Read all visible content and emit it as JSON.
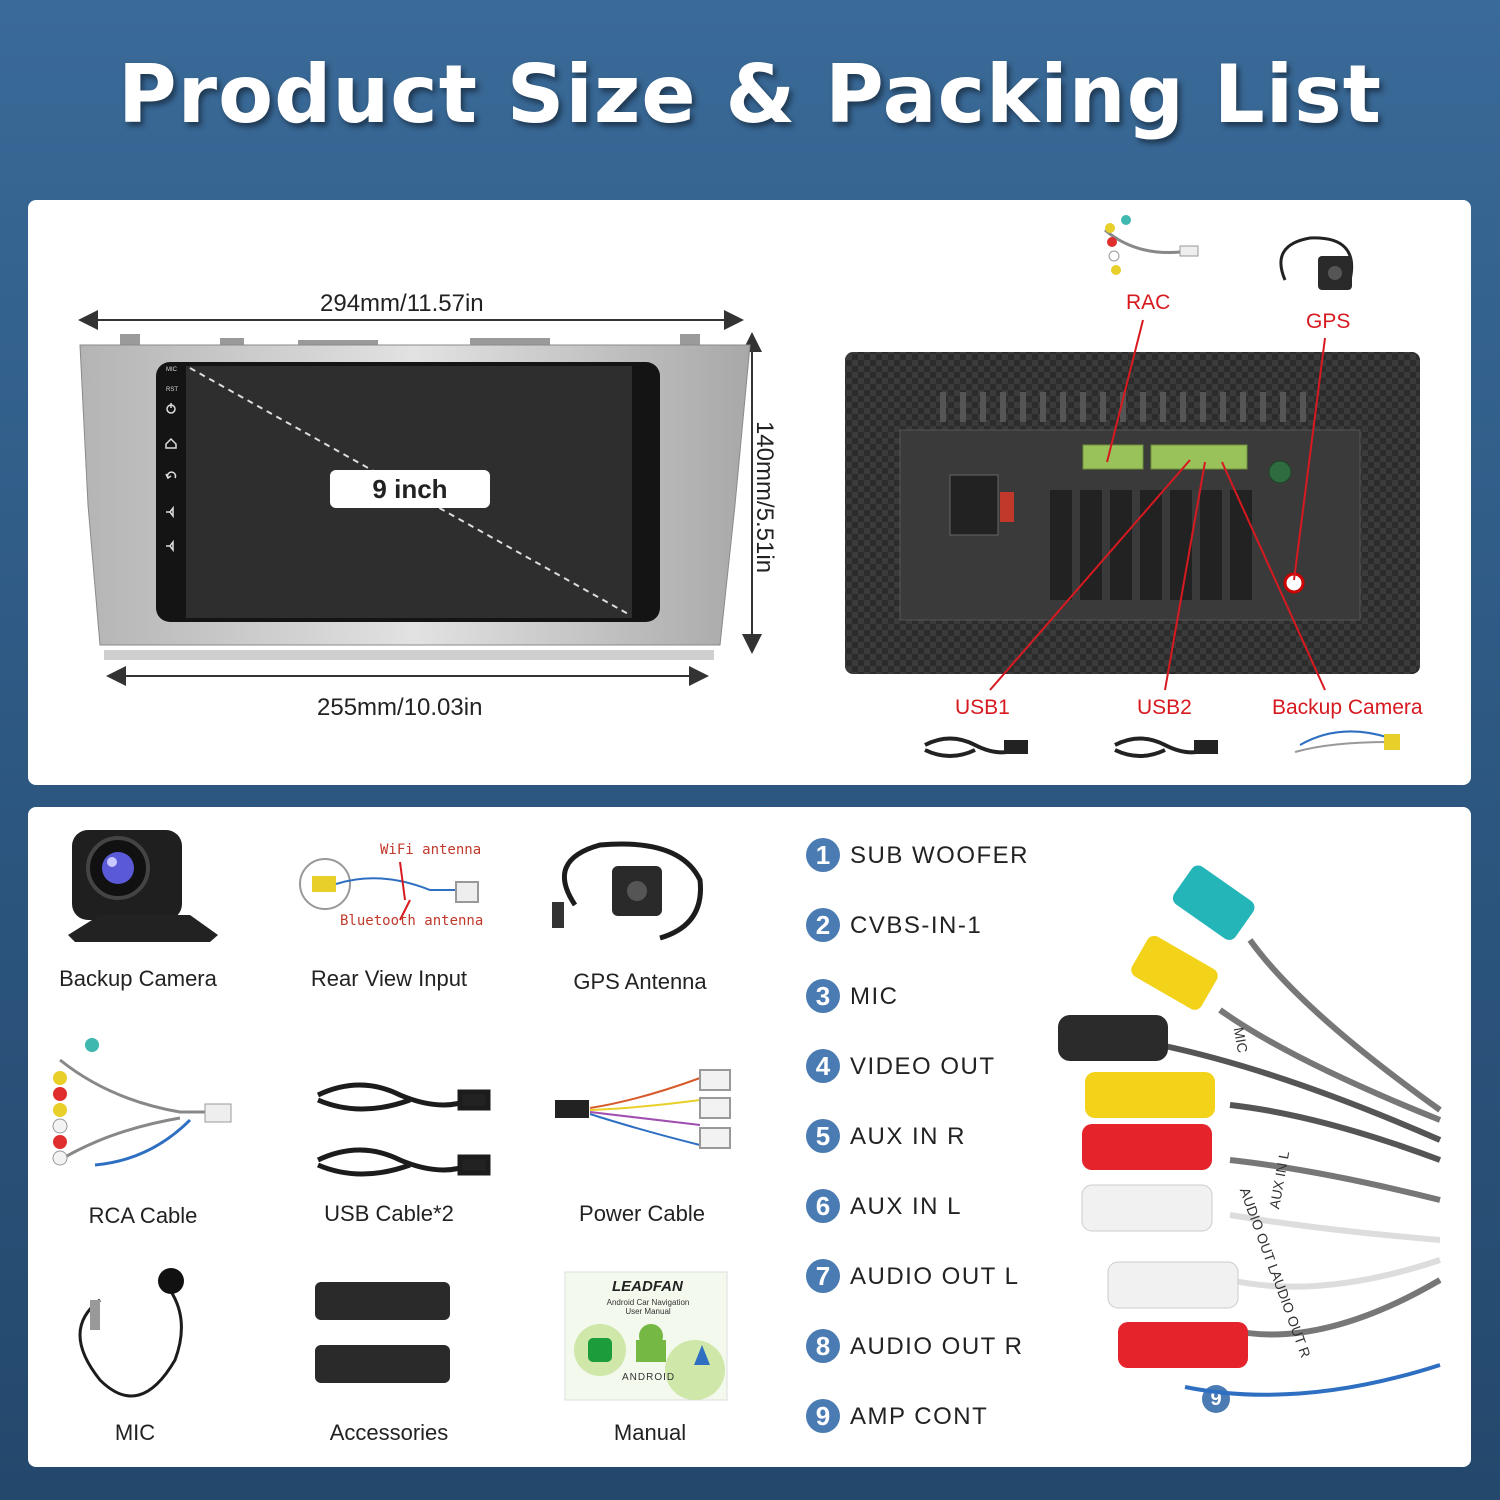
{
  "title": "Product Size & Packing List",
  "dimensions": {
    "width_top": "294mm/11.57in",
    "width_bottom": "255mm/10.03in",
    "height": "140mm/5.51in",
    "screen_size": "9 inch"
  },
  "screen_side_buttons": [
    "MIC",
    "RST"
  ],
  "rear_ports": {
    "rac": "RAC",
    "gps": "GPS",
    "usb1": "USB1",
    "usb2": "USB2",
    "backup_camera": "Backup Camera"
  },
  "packing_list": [
    "Backup Camera",
    "Rear View Input",
    "GPS Antenna",
    "RCA Cable",
    "USB Cable*2",
    "Power Cable",
    "MIC",
    "Accessories",
    "Manual"
  ],
  "rear_view_input": {
    "wifi_label": "WiFi antenna",
    "bt_label": "Bluetooth antenna"
  },
  "manual": {
    "brand": "LEADFAN",
    "subtitle": "Android Car Navigation User Manual",
    "android": "ANDROID"
  },
  "rca_ports": [
    {
      "num": "1",
      "label": "SUB WOOFER",
      "color": "#23b5b8"
    },
    {
      "num": "2",
      "label": "CVBS-IN-1",
      "color": "#f3d31a"
    },
    {
      "num": "3",
      "label": "MIC",
      "color": "#2b2b2b"
    },
    {
      "num": "4",
      "label": "VIDEO OUT",
      "color": "#f3d31a"
    },
    {
      "num": "5",
      "label": "AUX IN R",
      "color": "#e4232b"
    },
    {
      "num": "6",
      "label": "AUX IN L",
      "color": "#f1f1f1"
    },
    {
      "num": "7",
      "label": "AUDIO OUT L",
      "color": "#f1f1f1"
    },
    {
      "num": "8",
      "label": "AUDIO OUT R",
      "color": "#e4232b"
    },
    {
      "num": "9",
      "label": "AMP CONT",
      "color": "#2e6fc2"
    }
  ],
  "cable_tags": [
    "MIC",
    "AUX IN L",
    "AUDIO OUT L",
    "AUDIO OUT R"
  ],
  "colors": {
    "accent": "#4a7bb3",
    "callout": "#d71920"
  }
}
